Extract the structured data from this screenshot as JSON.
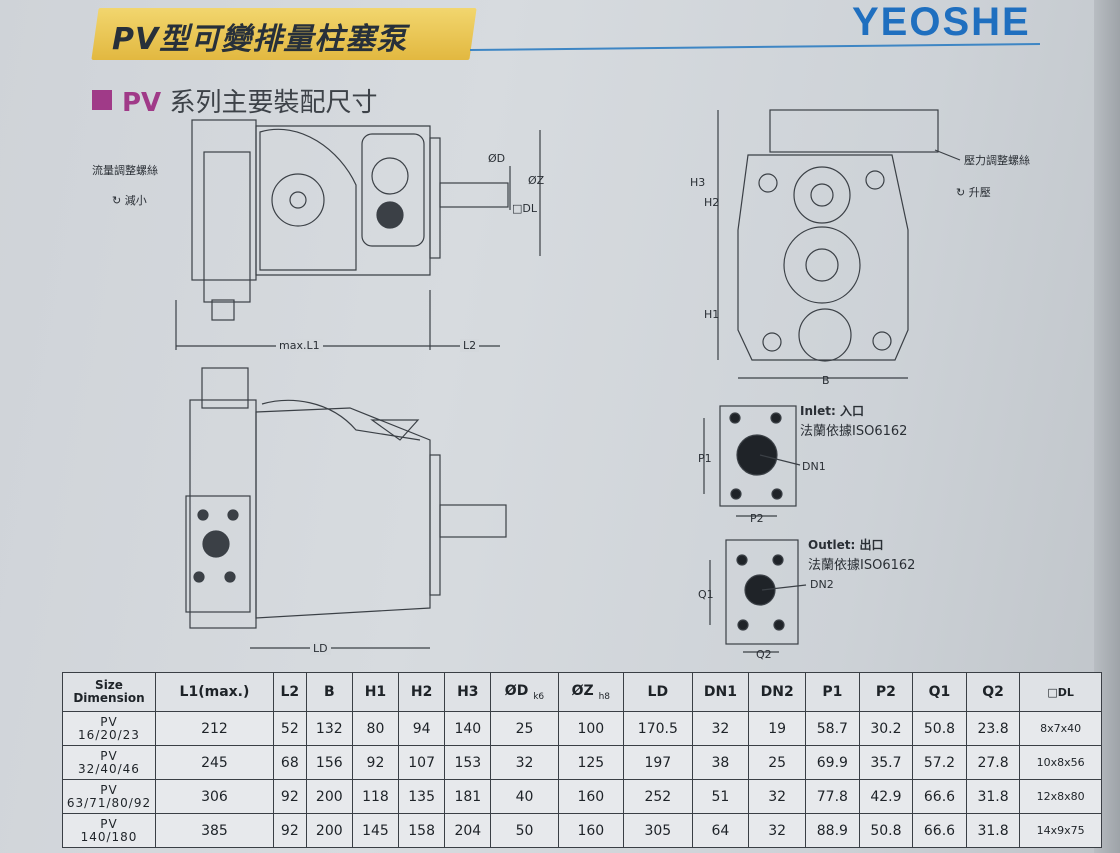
{
  "header": {
    "title": "PV型可變排量柱塞泵",
    "brand": "YEOSHE"
  },
  "section": {
    "prefix": "PV",
    "title": "系列主要裝配尺寸"
  },
  "drawing_labels": {
    "flow_screw": "流量調整螺絲",
    "decrease": "減小",
    "pressure_screw": "壓力調整螺絲",
    "increase": "升壓",
    "phi_d": "ØD",
    "phi_z": "ØZ",
    "dl": "□DL",
    "max_l1": "max.L1",
    "l2": "L2",
    "h3": "H3",
    "h2": "H2",
    "h1": "H1",
    "b": "B",
    "ld": "LD",
    "inlet": "Inlet: 入口",
    "inlet_std": "法蘭依據ISO6162",
    "p1": "P1",
    "p2": "P2",
    "dn1": "DN1",
    "outlet": "Outlet: 出口",
    "outlet_std": "法蘭依據ISO6162",
    "q1": "Q1",
    "q2": "Q2",
    "dn2": "DN2"
  },
  "table": {
    "dim_top": "Size",
    "dim_bottom": "Dimension",
    "columns": [
      "L1(max.)",
      "L2",
      "B",
      "H1",
      "H2",
      "H3",
      "ØD",
      "ØZ",
      "LD",
      "DN1",
      "DN2",
      "P1",
      "P2",
      "Q1",
      "Q2",
      "□DL"
    ],
    "od_tol": "k6",
    "oz_tol": "h8",
    "rows": [
      {
        "line1": "PV",
        "line2": "16/20/23",
        "cells": [
          "212",
          "52",
          "132",
          "80",
          "94",
          "140",
          "25",
          "100",
          "170.5",
          "32",
          "19",
          "58.7",
          "30.2",
          "50.8",
          "23.8",
          "8x7x40"
        ]
      },
      {
        "line1": "PV",
        "line2": "32/40/46",
        "cells": [
          "245",
          "68",
          "156",
          "92",
          "107",
          "153",
          "32",
          "125",
          "197",
          "38",
          "25",
          "69.9",
          "35.7",
          "57.2",
          "27.8",
          "10x8x56"
        ]
      },
      {
        "line1": "PV",
        "line2": "63/71/80/92",
        "cells": [
          "306",
          "92",
          "200",
          "118",
          "135",
          "181",
          "40",
          "160",
          "252",
          "51",
          "32",
          "77.8",
          "42.9",
          "66.6",
          "31.8",
          "12x8x80"
        ]
      },
      {
        "line1": "PV",
        "line2": "140/180",
        "cells": [
          "385",
          "92",
          "200",
          "145",
          "158",
          "204",
          "50",
          "160",
          "305",
          "64",
          "32",
          "88.9",
          "50.8",
          "66.6",
          "31.8",
          "14x9x75"
        ]
      }
    ]
  }
}
